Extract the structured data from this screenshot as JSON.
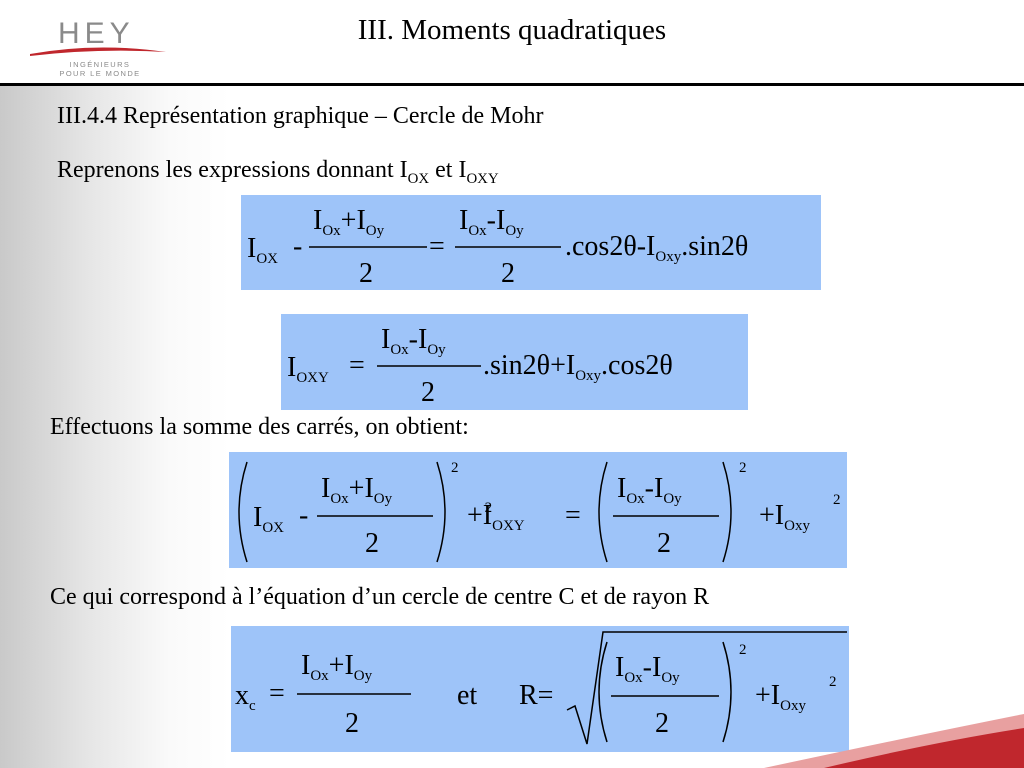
{
  "header": {
    "logo_word": "HEΥ",
    "logo_tagline_1": "INGÉNIEURS",
    "logo_tagline_2": "POUR LE MONDE",
    "title": "III. Moments quadratiques"
  },
  "section": {
    "heading": "III.4.4 Représentation graphique – Cercle de Mohr",
    "intro": "Reprenons les expressions donnant",
    "intro_var1": "I",
    "intro_sub1": "OX",
    "intro_and": "et",
    "intro_var2": "I",
    "intro_sub2": "OXY",
    "squares_text": "Effectuons la somme des carrés, on obtient:",
    "circle_text": "Ce qui correspond à l’équation d’un cercle de centre C et de rayon R"
  },
  "eq1": {
    "I": "I",
    "sub_OX": "OX",
    "minus": "-",
    "plus": "+",
    "equals": "=",
    "sub_Ox": "Ox",
    "sub_Oy": "Oy",
    "sub_Oxy": "Oxy",
    "den": "2",
    "cos_part": ".cos2θ-I",
    "sin_part": ".sin2θ"
  },
  "eq2": {
    "I": "I",
    "sub_OXY": "OXY",
    "equals": "=",
    "minus": "-",
    "plus": "+",
    "sub_Ox": "Ox",
    "sub_Oy": "Oy",
    "sub_Oxy": "Oxy",
    "den": "2",
    "sin_part": ".sin2θ+I",
    "cos_part": ".cos2θ"
  },
  "eq3": {
    "I": "I",
    "sub_OX": "OX",
    "sub_OXY": "OXY",
    "sub_Ox": "Ox",
    "sub_Oy": "Oy",
    "sub_Oxy": "Oxy",
    "minus": "-",
    "plus": "+",
    "equals": "=",
    "den": "2",
    "exp": "2",
    "plusI": "+I"
  },
  "eq4": {
    "x": "x",
    "sub_c": "c",
    "equals": "=",
    "I": "I",
    "sub_Ox": "Ox",
    "sub_Oy": "Oy",
    "sub_Oxy": "Oxy",
    "plus": "+",
    "minus": "-",
    "den": "2",
    "et": "et",
    "R": "R=",
    "exp": "2",
    "plusI": "+I"
  },
  "colors": {
    "formula_box": "#9ec4f9",
    "logo_red": "#c0272d",
    "logo_gray": "#8a8a8a"
  }
}
